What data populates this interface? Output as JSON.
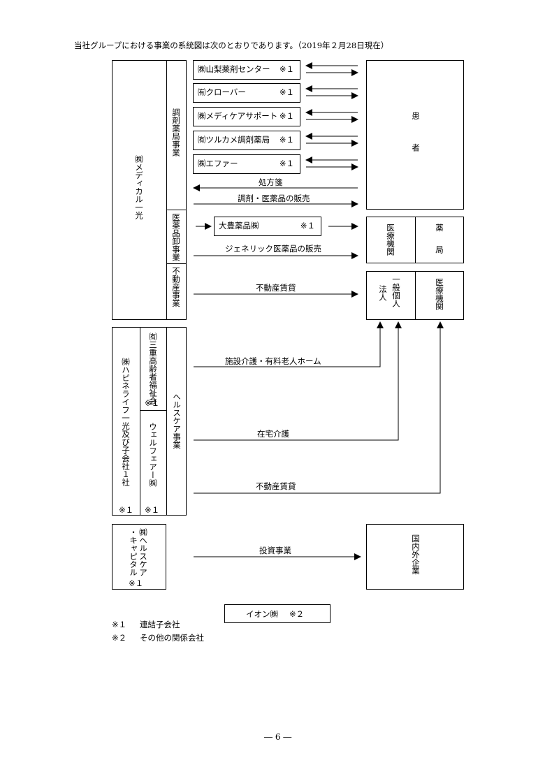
{
  "header": "当社グループにおける事業の系統図は次のとおりであります。（2019年２月28日現在）",
  "group1": {
    "company": "㈱メディカル一光",
    "segments": {
      "dispensing": "調剤薬局事業",
      "wholesale": "医薬品卸事業",
      "realestate": "不動産事業"
    }
  },
  "pharmacies": [
    {
      "name": "㈱山梨薬剤センター",
      "note": "※１"
    },
    {
      "name": "㈲クローバー",
      "note": "※１"
    },
    {
      "name": "㈱メディケアサポート",
      "note": "※１"
    },
    {
      "name": "㈲ツルカメ調剤薬局",
      "note": "※１"
    },
    {
      "name": "㈱エファー",
      "note": "※１"
    }
  ],
  "wholesaler": {
    "name": "大豊薬品㈱",
    "note": "※１"
  },
  "flows": {
    "prescription": "処方箋",
    "dispense_sales": "調剤・医薬品の販売",
    "generic_sales": "ジェネリック医薬品の販売",
    "realestate_lease1": "不動産賃貸",
    "facility_care": "施設介護・有料老人ホーム",
    "home_care": "在宅介護",
    "realestate_lease2": "不動産賃貸",
    "investment": "投資事業"
  },
  "targets": {
    "patient": "患者",
    "medical_institution": "医療機関",
    "pharmacy": "薬局",
    "general_individual": "一般個人",
    "corporation": "法人",
    "medical_institution2": "医療機関",
    "domestic_foreign": "国内外企業"
  },
  "group2": {
    "company": "㈱ハピネライフ一光及び子会社１社",
    "company_note": "※１",
    "sub1": "㈲三重高齢者福祉会",
    "sub1_note": "※１",
    "sub2": "ウェルフェアー㈱",
    "sub2_note": "※１",
    "segment": "ヘルスケア事業"
  },
  "group3": {
    "company_line1": "㈱ヘルスケア",
    "company_line2": "・キャピタル",
    "note": "※１"
  },
  "aeon": {
    "name": "イオン㈱",
    "note": "※２"
  },
  "legend": [
    {
      "mark": "※１",
      "text": "連結子会社"
    },
    {
      "mark": "※２",
      "text": "その他の関係会社"
    }
  ],
  "page_number": "― 6 ―"
}
